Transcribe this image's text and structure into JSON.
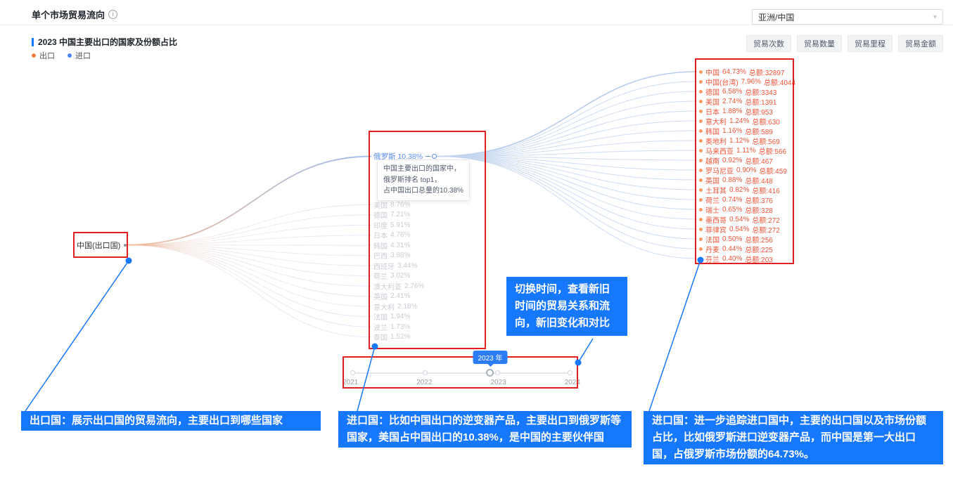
{
  "header": {
    "title": "单个市场贸易流向",
    "info_icon": "info-circle-icon",
    "region_select": {
      "value": "亚洲/中国"
    }
  },
  "toolbar": {
    "section_title": "2023 中国主要出口的国家及份额占比",
    "metric_tabs": [
      {
        "label": "贸易次数"
      },
      {
        "label": "贸易数量"
      },
      {
        "label": "贸易里程"
      },
      {
        "label": "贸易金额"
      }
    ],
    "legend": [
      {
        "label": "出口",
        "color": "#fa7e3e"
      },
      {
        "label": "进口",
        "color": "#4f86f5"
      }
    ]
  },
  "chart_data": {
    "type": "flow",
    "title": "2023 中国主要出口的国家及份额占比",
    "year": "2023",
    "source_node": {
      "label": "中国(出口国)"
    },
    "mid_highlight": {
      "name": "俄罗斯",
      "share": "10.38%"
    },
    "tooltip": {
      "line1": "中国主要出口的国家中，",
      "line2": "俄罗斯排名 top1，",
      "line3": "占中国出口总量的10.38%"
    },
    "mid_list": [
      {
        "name": "美国",
        "share": "8.76%"
      },
      {
        "name": "德国",
        "share": "7.21%"
      },
      {
        "name": "印度",
        "share": "5.91%"
      },
      {
        "name": "日本",
        "share": "4.76%"
      },
      {
        "name": "韩国",
        "share": "4.31%"
      },
      {
        "name": "巴西",
        "share": "3.88%"
      },
      {
        "name": "西班牙",
        "share": "3.44%"
      },
      {
        "name": "荷兰",
        "share": "3.02%"
      },
      {
        "name": "澳大利亚",
        "share": "2.76%"
      },
      {
        "name": "英国",
        "share": "2.41%"
      },
      {
        "name": "意大利",
        "share": "2.18%"
      },
      {
        "name": "法国",
        "share": "1.94%"
      },
      {
        "name": "波兰",
        "share": "1.73%"
      },
      {
        "name": "泰国",
        "share": "1.52%"
      }
    ],
    "right_list": [
      {
        "name": "中国",
        "share": "64.73%",
        "total": "总额:32897"
      },
      {
        "name": "中国(台湾)",
        "share": "7.96%",
        "total": "总额:4044"
      },
      {
        "name": "德国",
        "share": "6.58%",
        "total": "总额:3343"
      },
      {
        "name": "美国",
        "share": "2.74%",
        "total": "总额:1391"
      },
      {
        "name": "日本",
        "share": "1.88%",
        "total": "总额:953"
      },
      {
        "name": "意大利",
        "share": "1.24%",
        "total": "总额:630"
      },
      {
        "name": "韩国",
        "share": "1.16%",
        "total": "总额:589"
      },
      {
        "name": "奥地利",
        "share": "1.12%",
        "total": "总额:569"
      },
      {
        "name": "马来西亚",
        "share": "1.11%",
        "total": "总额:566"
      },
      {
        "name": "越南",
        "share": "0.92%",
        "total": "总额:467"
      },
      {
        "name": "罗马尼亚",
        "share": "0.90%",
        "total": "总额:459"
      },
      {
        "name": "英国",
        "share": "0.88%",
        "total": "总额:448"
      },
      {
        "name": "土耳其",
        "share": "0.82%",
        "total": "总额:416"
      },
      {
        "name": "荷兰",
        "share": "0.74%",
        "total": "总额:376"
      },
      {
        "name": "瑞士",
        "share": "0.65%",
        "total": "总额:328"
      },
      {
        "name": "墨西哥",
        "share": "0.54%",
        "total": "总额:272"
      },
      {
        "name": "菲律宾",
        "share": "0.54%",
        "total": "总额:272"
      },
      {
        "name": "法国",
        "share": "0.50%",
        "total": "总额:256"
      },
      {
        "name": "丹麦",
        "share": "0.44%",
        "total": "总额:225"
      },
      {
        "name": "芬兰",
        "share": "0.40%",
        "total": "总额:203"
      }
    ],
    "flow_colors": {
      "export_side": "#f5b893",
      "import_side": "#96b9ec",
      "fan": "#c6d6ef"
    }
  },
  "slider": {
    "badge": "2023 年",
    "years": [
      {
        "label": "2021"
      },
      {
        "label": "2022"
      },
      {
        "label": "2023"
      },
      {
        "label": "2024"
      }
    ]
  },
  "annotations": {
    "export_note": "出口国：展示出口国的贸易流向，主要出口到哪些国家",
    "import_note": "进口国：比如中国出口的逆变器产品，主要出口到俄罗斯等国家，美国占中国出口的10.38%，是中国的主要伙伴国",
    "trace_note": "进口国：进一步追踪进口国中，主要的出口国以及市场份额占比，比如俄罗斯进口逆变器产品，而中国是第一大出口国，占俄罗斯市场份额的64.73%。",
    "time_note": "切换时间，查看新旧时间的贸易关系和流向，新旧变化和对比",
    "accent": {
      "red_box": "#e02020",
      "callout_blue": "#1677ff"
    }
  }
}
